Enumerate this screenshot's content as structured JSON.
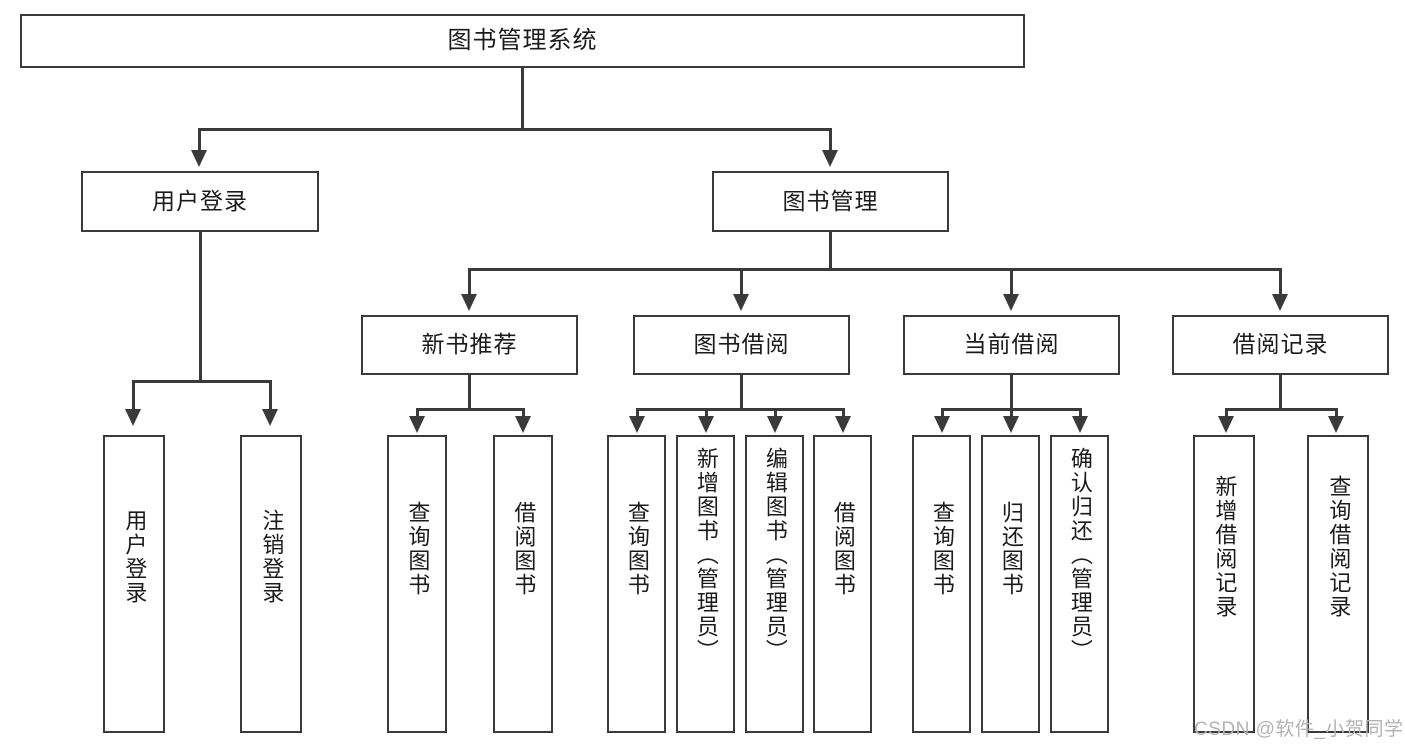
{
  "diagram": {
    "type": "tree-hierarchy-chart",
    "title": "图书管理系统",
    "root": {
      "id": "root",
      "label": "图书管理系统"
    },
    "level2": [
      {
        "id": "user-login",
        "label": "用户登录"
      },
      {
        "id": "book-management",
        "label": "图书管理"
      }
    ],
    "level3": [
      {
        "id": "new-book-recommend",
        "label": "新书推荐",
        "parent": "book-management"
      },
      {
        "id": "book-borrow",
        "label": "图书借阅",
        "parent": "book-management"
      },
      {
        "id": "current-borrow",
        "label": "当前借阅",
        "parent": "book-management"
      },
      {
        "id": "borrow-record",
        "label": "借阅记录",
        "parent": "book-management"
      }
    ],
    "leaves": {
      "user_login": [
        {
          "id": "leaf-user-login",
          "label": "用户登录"
        },
        {
          "id": "leaf-logout",
          "label": "注销登录"
        }
      ],
      "new_book_recommend": [
        {
          "id": "leaf-query-book-1",
          "label": "查询图书"
        },
        {
          "id": "leaf-borrow-book-1",
          "label": "借阅图书"
        }
      ],
      "book_borrow": [
        {
          "id": "leaf-query-book-2",
          "label": "查询图书"
        },
        {
          "id": "leaf-add-book",
          "label": "新增图书（管理员）"
        },
        {
          "id": "leaf-edit-book",
          "label": "编辑图书（管理员）"
        },
        {
          "id": "leaf-borrow-book-2",
          "label": "借阅图书"
        }
      ],
      "current_borrow": [
        {
          "id": "leaf-query-book-3",
          "label": "查询图书"
        },
        {
          "id": "leaf-return-book",
          "label": "归还图书"
        },
        {
          "id": "leaf-confirm-return",
          "label": "确认归还（管理员）"
        }
      ],
      "borrow_record": [
        {
          "id": "leaf-add-record",
          "label": "新增借阅记录"
        },
        {
          "id": "leaf-query-record",
          "label": "查询借阅记录"
        }
      ]
    }
  },
  "watermark": {
    "text": "CSDN @软件_小贺同学"
  },
  "colors": {
    "stroke": "#3a3a3a",
    "text": "#1b1b1b",
    "background": "#ffffff",
    "watermark": "#b3b3b3"
  }
}
